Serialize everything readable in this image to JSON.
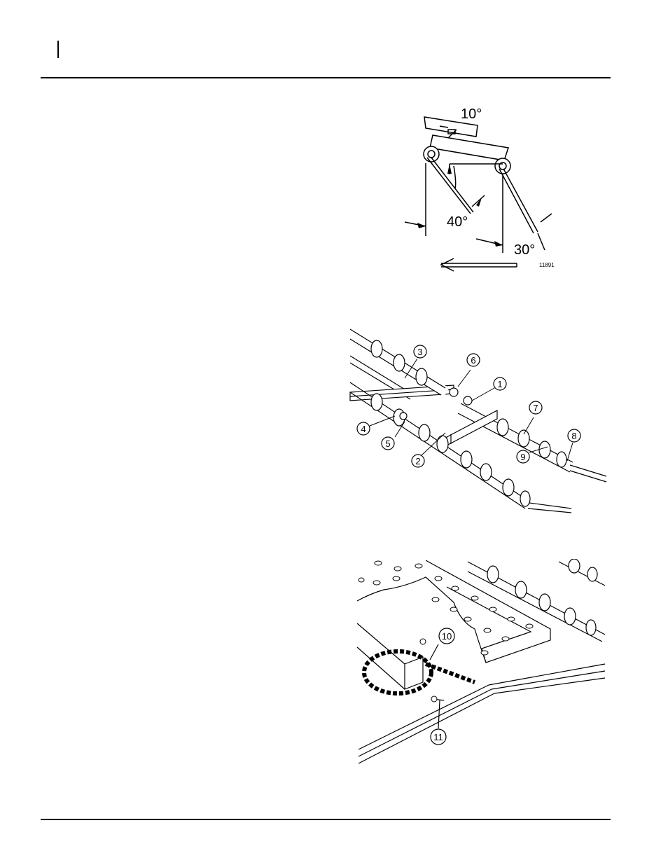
{
  "figure_top": {
    "angle_a": "10°",
    "angle_b": "40°",
    "angle_c": "30°",
    "fig_id": "11891"
  },
  "figure_middle": {
    "callouts": [
      "1",
      "2",
      "3",
      "4",
      "5",
      "6",
      "7",
      "8",
      "9"
    ]
  },
  "figure_bottom": {
    "callouts": [
      "10",
      "11"
    ]
  }
}
